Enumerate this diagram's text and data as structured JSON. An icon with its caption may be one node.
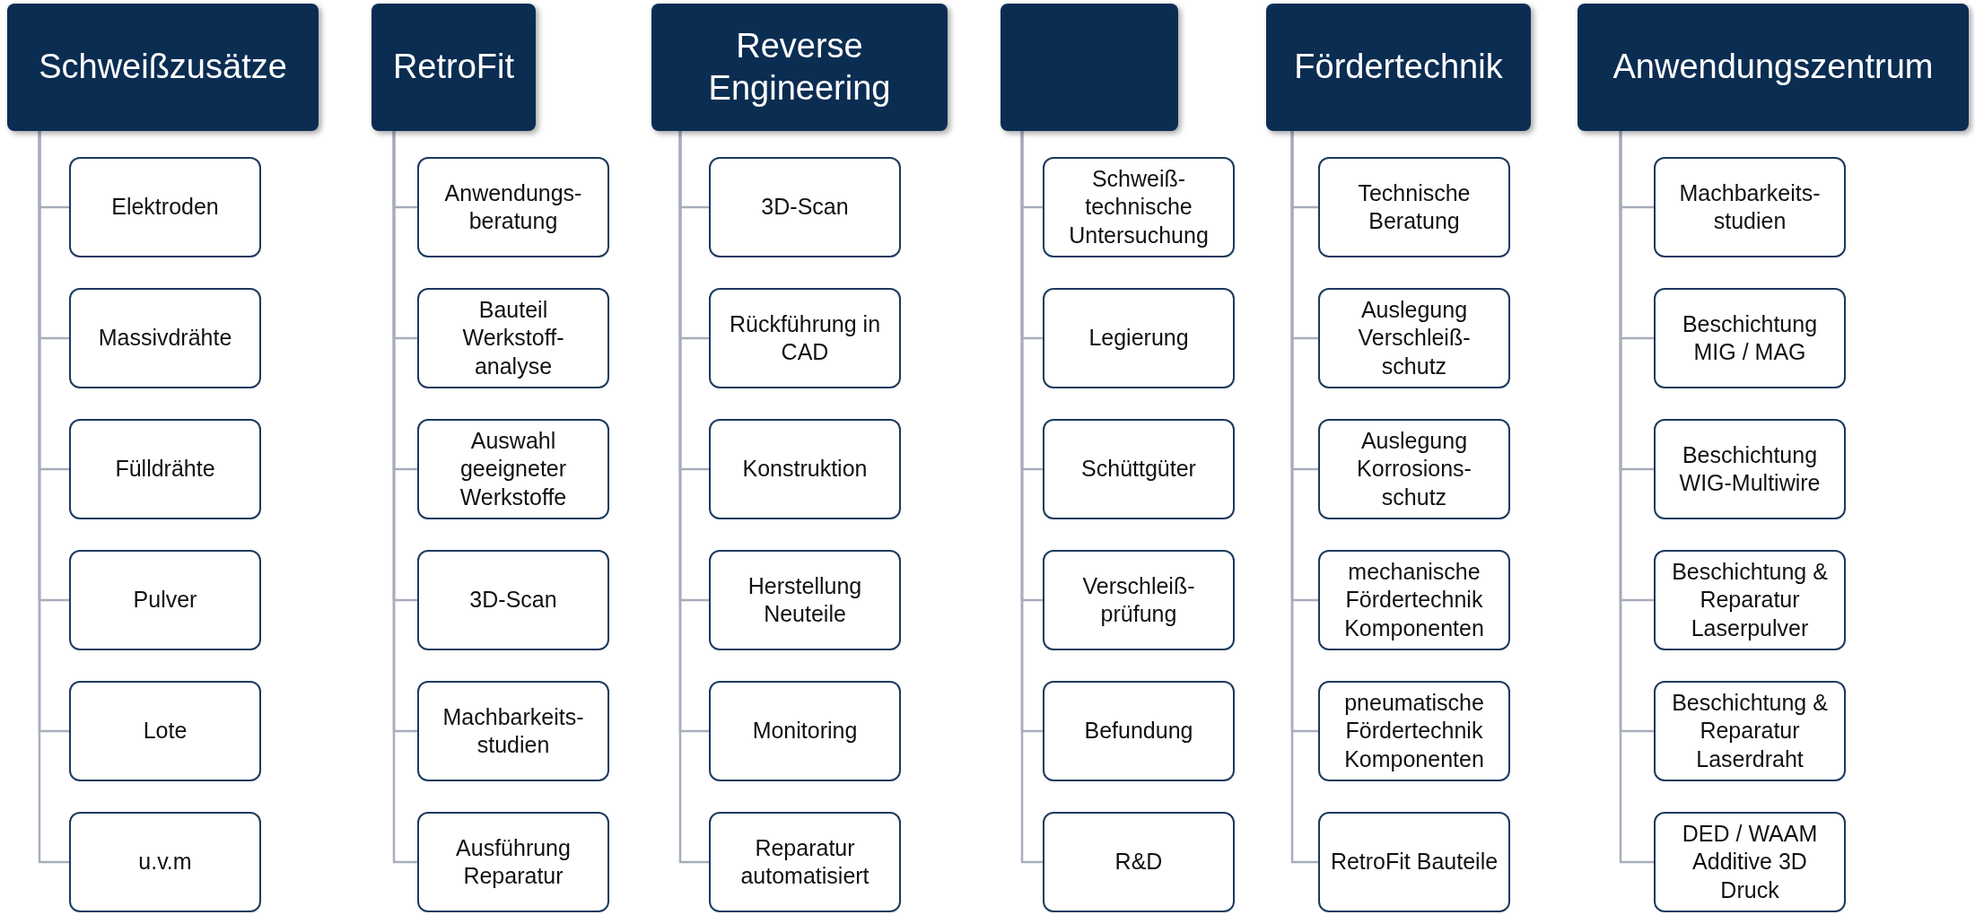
{
  "diagram": {
    "nodes": [
      {
        "text": [
          "Schweißzusätze"
        ]
      },
      {
        "text": [
          "Elektroden"
        ]
      },
      {
        "text": [
          "Massivdrähte"
        ]
      },
      {
        "text": [
          "Fülldrähte"
        ]
      },
      {
        "text": [
          "Pulver"
        ]
      },
      {
        "text": [
          "Lote"
        ]
      },
      {
        "text": [
          "u.v.m"
        ]
      },
      {
        "text": [
          "RetroFit"
        ]
      },
      {
        "text": [
          "Anwendungs- beratung"
        ]
      },
      {
        "text": [
          "Bauteil Werkstoff- analyse"
        ]
      },
      {
        "text": [
          "Auswahl geeigneter Werkstoffe"
        ]
      },
      {
        "text": [
          "3D-Scan"
        ]
      },
      {
        "text": [
          "Machbarkeits- studien"
        ]
      },
      {
        "text": [
          "Ausführung Reparatur"
        ]
      },
      {
        "text": [
          "Reverse Engineering"
        ]
      },
      {
        "text": [
          "3D-Scan"
        ]
      },
      {
        "text": [
          "Rückführung in CAD"
        ]
      },
      {
        "text": [
          "Konstruktion"
        ]
      },
      {
        "text": [
          "Herstellung Neuteile"
        ]
      },
      {
        "text": [
          "Monitoring"
        ]
      },
      {
        "text": [
          "Reparatur automatisiert"
        ]
      },
      {
        "text": [],
        "shape": "box"
      },
      {
        "text": [
          "Schweiß- technische Untersuchung"
        ]
      },
      {
        "text": [
          "Legierung"
        ]
      },
      {
        "text": [
          "Schüttgüter"
        ]
      },
      {
        "text": [
          "Verschleiß- prüfung"
        ]
      },
      {
        "text": [
          "Befundung"
        ]
      },
      {
        "text": [
          "R&D"
        ]
      },
      {
        "text": [
          "Fördertechnik"
        ]
      },
      {
        "text": [
          "Technische Beratung"
        ]
      },
      {
        "text": [
          "Auslegung Verschleiß- schutz"
        ]
      },
      {
        "text": [
          "Auslegung Korrosions- schutz"
        ]
      },
      {
        "text": [
          "mechanische Fördertechnik Komponenten"
        ]
      },
      {
        "text": [
          "pneumatische Fördertechnik Komponenten"
        ]
      },
      {
        "text": [
          "RetroFit Bauteile"
        ]
      },
      {
        "text": [
          "Anwendungszentrum"
        ]
      },
      {
        "text": [
          "Machbarkeits- studien"
        ]
      },
      {
        "text": [
          "Beschichtung MIG / MAG"
        ]
      },
      {
        "text": [
          "Beschichtung WIG-Multiwire"
        ]
      },
      {
        "text": [
          "Beschichtung & Reparatur Laserpulver"
        ]
      },
      {
        "text": [
          "Beschichtung & Reparatur Laserdraht"
        ]
      },
      {
        "text": [
          "DED / WAAM Additive 3D Druck"
        ]
      }
    ],
    "edges": [
      {
        "from": 0,
        "to": 1,
        "arrow": "none"
      },
      {
        "from": 0,
        "to": 2,
        "arrow": "none"
      },
      {
        "from": 0,
        "to": 3,
        "arrow": "none"
      },
      {
        "from": 0,
        "to": 4,
        "arrow": "none"
      },
      {
        "from": 0,
        "to": 5,
        "arrow": "none"
      },
      {
        "from": 0,
        "to": 6,
        "arrow": "none"
      },
      {
        "from": 7,
        "to": 8,
        "arrow": "none"
      },
      {
        "from": 7,
        "to": 9,
        "arrow": "none"
      },
      {
        "from": 7,
        "to": 10,
        "arrow": "none"
      },
      {
        "from": 7,
        "to": 11,
        "arrow": "none"
      },
      {
        "from": 7,
        "to": 12,
        "arrow": "none"
      },
      {
        "from": 7,
        "to": 13,
        "arrow": "none"
      },
      {
        "from": 14,
        "to": 15,
        "arrow": "none"
      },
      {
        "from": 14,
        "to": 16,
        "arrow": "none"
      },
      {
        "from": 14,
        "to": 17,
        "arrow": "none"
      },
      {
        "from": 14,
        "to": 18,
        "arrow": "none"
      },
      {
        "from": 14,
        "to": 19,
        "arrow": "none"
      },
      {
        "from": 14,
        "to": 20,
        "arrow": "none"
      },
      {
        "from": 21,
        "to": 22,
        "arrow": "none"
      },
      {
        "from": 21,
        "to": 23,
        "arrow": "none"
      },
      {
        "from": 21,
        "to": 24,
        "arrow": "none"
      },
      {
        "from": 21,
        "to": 25,
        "arrow": "none"
      },
      {
        "from": 21,
        "to": 26,
        "arrow": "none"
      },
      {
        "from": 21,
        "to": 27,
        "arrow": "none"
      },
      {
        "from": 28,
        "to": 29,
        "arrow": "none"
      },
      {
        "from": 28,
        "to": 30,
        "arrow": "none"
      },
      {
        "from": 28,
        "to": 31,
        "arrow": "none"
      },
      {
        "from": 28,
        "to": 32,
        "arrow": "none"
      },
      {
        "from": 28,
        "to": 33,
        "arrow": "none"
      },
      {
        "from": 28,
        "to": 34,
        "arrow": "none"
      },
      {
        "from": 35,
        "to": 36,
        "arrow": "none"
      },
      {
        "from": 35,
        "to": 37,
        "arrow": "none"
      },
      {
        "from": 35,
        "to": 38,
        "arrow": "none"
      },
      {
        "from": 35,
        "to": 39,
        "arrow": "none"
      },
      {
        "from": 35,
        "to": 40,
        "arrow": "none"
      },
      {
        "from": 35,
        "to": 41,
        "arrow": "none"
      }
    ]
  }
}
